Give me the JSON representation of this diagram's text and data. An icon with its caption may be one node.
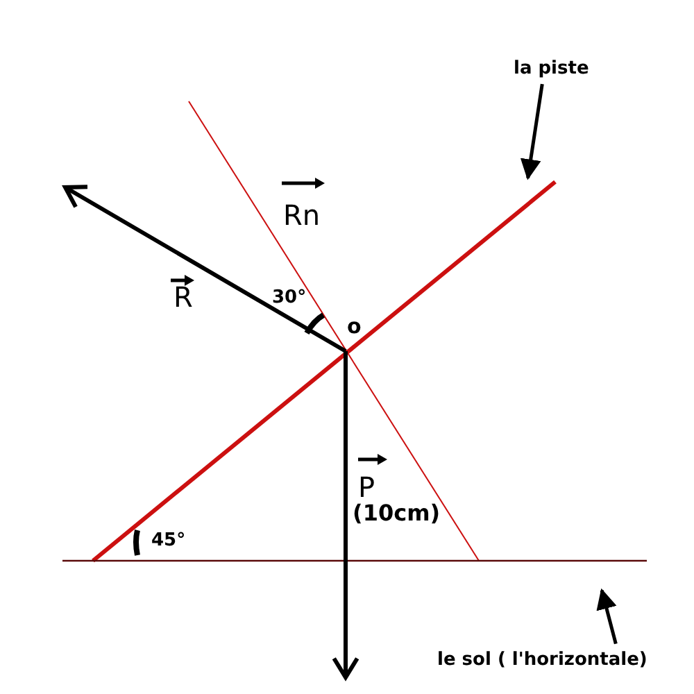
{
  "diagram": {
    "nodes": [
      {
        "text": [
          "la piste"
        ]
      },
      {
        "text": [],
        "shape": "line"
      },
      {
        "text": [
          "le sol ( l'horizontale)"
        ]
      },
      {
        "text": [],
        "shape": "line"
      }
    ],
    "edges": [
      {
        "from": 0,
        "to": 1,
        "arrow": "to"
      },
      {
        "from": 2,
        "to": 3,
        "arrow": "to"
      }
    ],
    "labels": [
      "Rn",
      "R",
      "30°",
      "o",
      "P",
      "(10cm)",
      "45°"
    ]
  }
}
